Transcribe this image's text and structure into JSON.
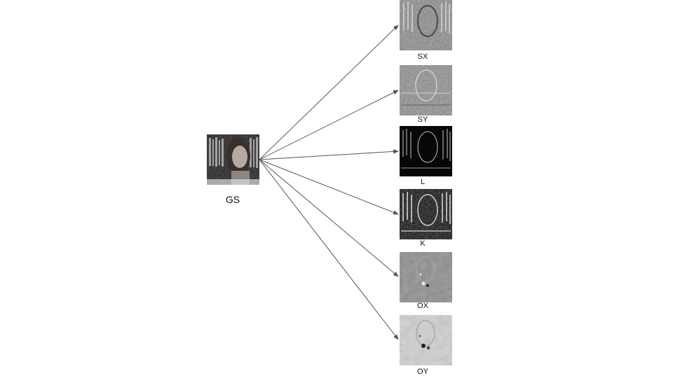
{
  "source": {
    "label": "GS"
  },
  "outputs": [
    {
      "label": "SX"
    },
    {
      "label": "SY"
    },
    {
      "label": "L"
    },
    {
      "label": "K"
    },
    {
      "label": "OX"
    },
    {
      "label": "OY"
    }
  ],
  "colors": {
    "arrow": "#555555",
    "background": "#ffffff"
  }
}
